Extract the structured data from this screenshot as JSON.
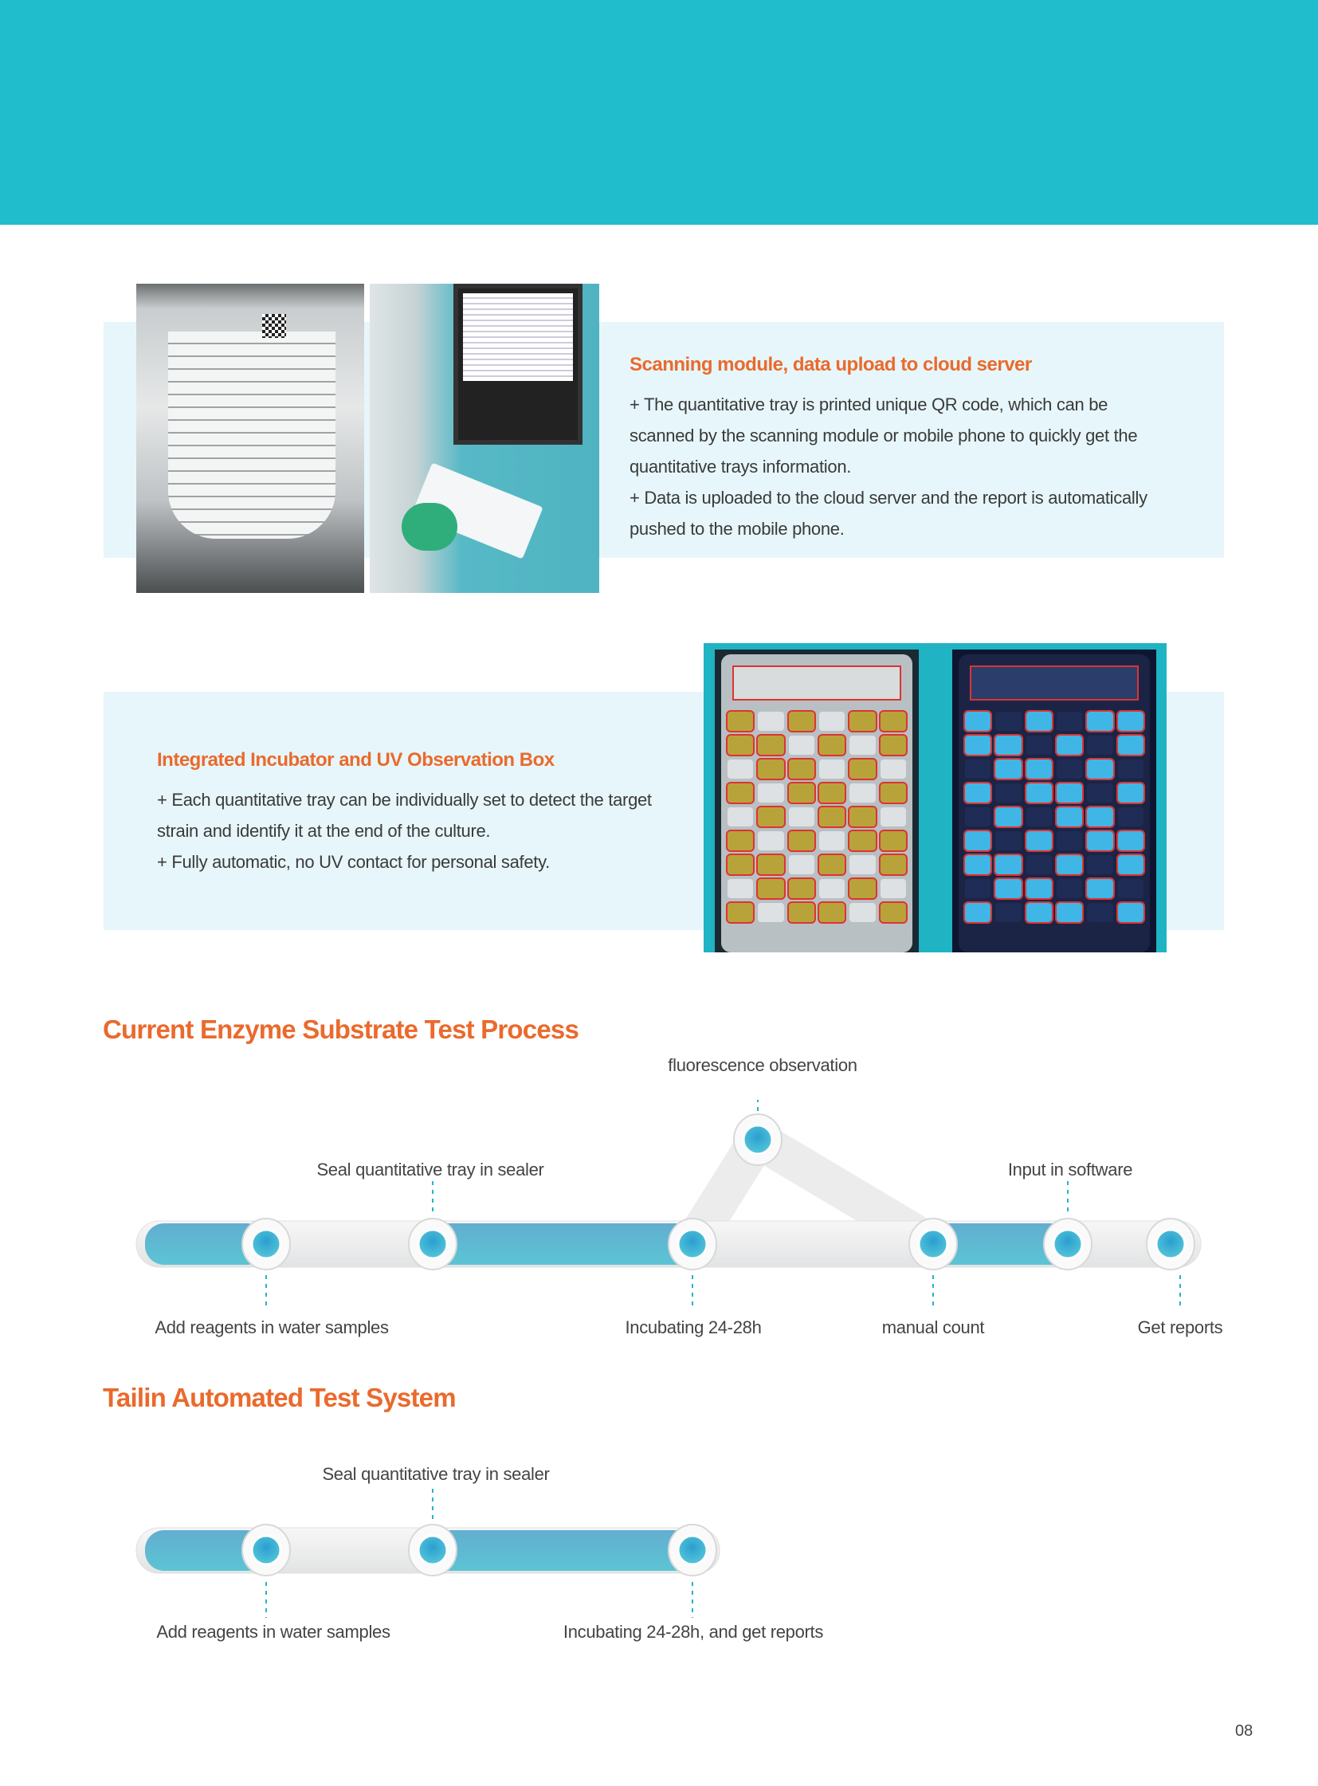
{
  "section1": {
    "title": "Scanning module, data upload to cloud server",
    "lines": [
      "+ The quantitative tray is printed unique QR code, which can be",
      "scanned by the scanning module or mobile phone to quickly get the",
      "quantitative trays information.",
      "+ Data is uploaded to the cloud server and the report is automatically",
      "pushed to the mobile phone."
    ]
  },
  "section2": {
    "title": "Integrated Incubator and UV Observation Box",
    "lines": [
      "+ Each quantitative tray can be individually set to detect the target",
      "strain and identify it at the end of the culture.",
      "+ Fully automatic, no UV contact for personal safety."
    ]
  },
  "current_process": {
    "heading": "Current Enzyme Substrate Test Process",
    "steps": {
      "add": "Add reagents in water samples",
      "seal": "Seal quantitative tray in sealer",
      "incubate": "Incubating 24-28h",
      "fluorescence": "fluorescence observation",
      "count": "manual count",
      "input": "Input in software",
      "reports": "Get reports"
    }
  },
  "automated_process": {
    "heading": "Tailin Automated Test System",
    "steps": {
      "add": "Add reagents in water samples",
      "seal": "Seal quantitative tray in sealer",
      "incubate": "Incubating 24-28h, and get reports"
    }
  },
  "page_number": "08",
  "colors": {
    "accent": "#20bdcc",
    "orange": "#ea6a2c",
    "panel": "#e7f6fa",
    "tube_blue": "#5ab8d2"
  }
}
